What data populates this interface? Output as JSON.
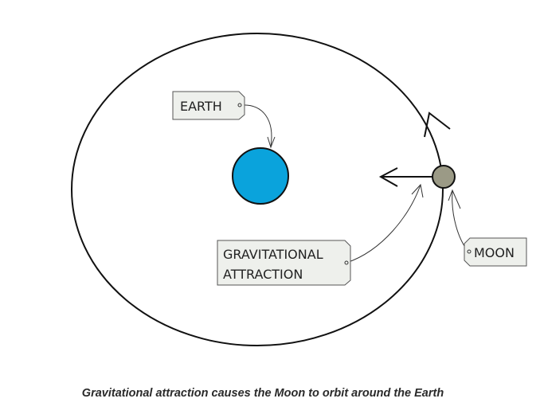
{
  "labels": {
    "earth": "EARTH",
    "gravity_line1": "GRAVITATIONAL",
    "gravity_line2": "ATTRACTION",
    "moon": "MOON"
  },
  "caption": "Gravitational attraction causes the Moon to orbit around the Earth",
  "colors": {
    "earth": "#0aa3dc",
    "moon": "#9b9a86",
    "label_bg": "#eef0ec",
    "line": "#111111"
  }
}
